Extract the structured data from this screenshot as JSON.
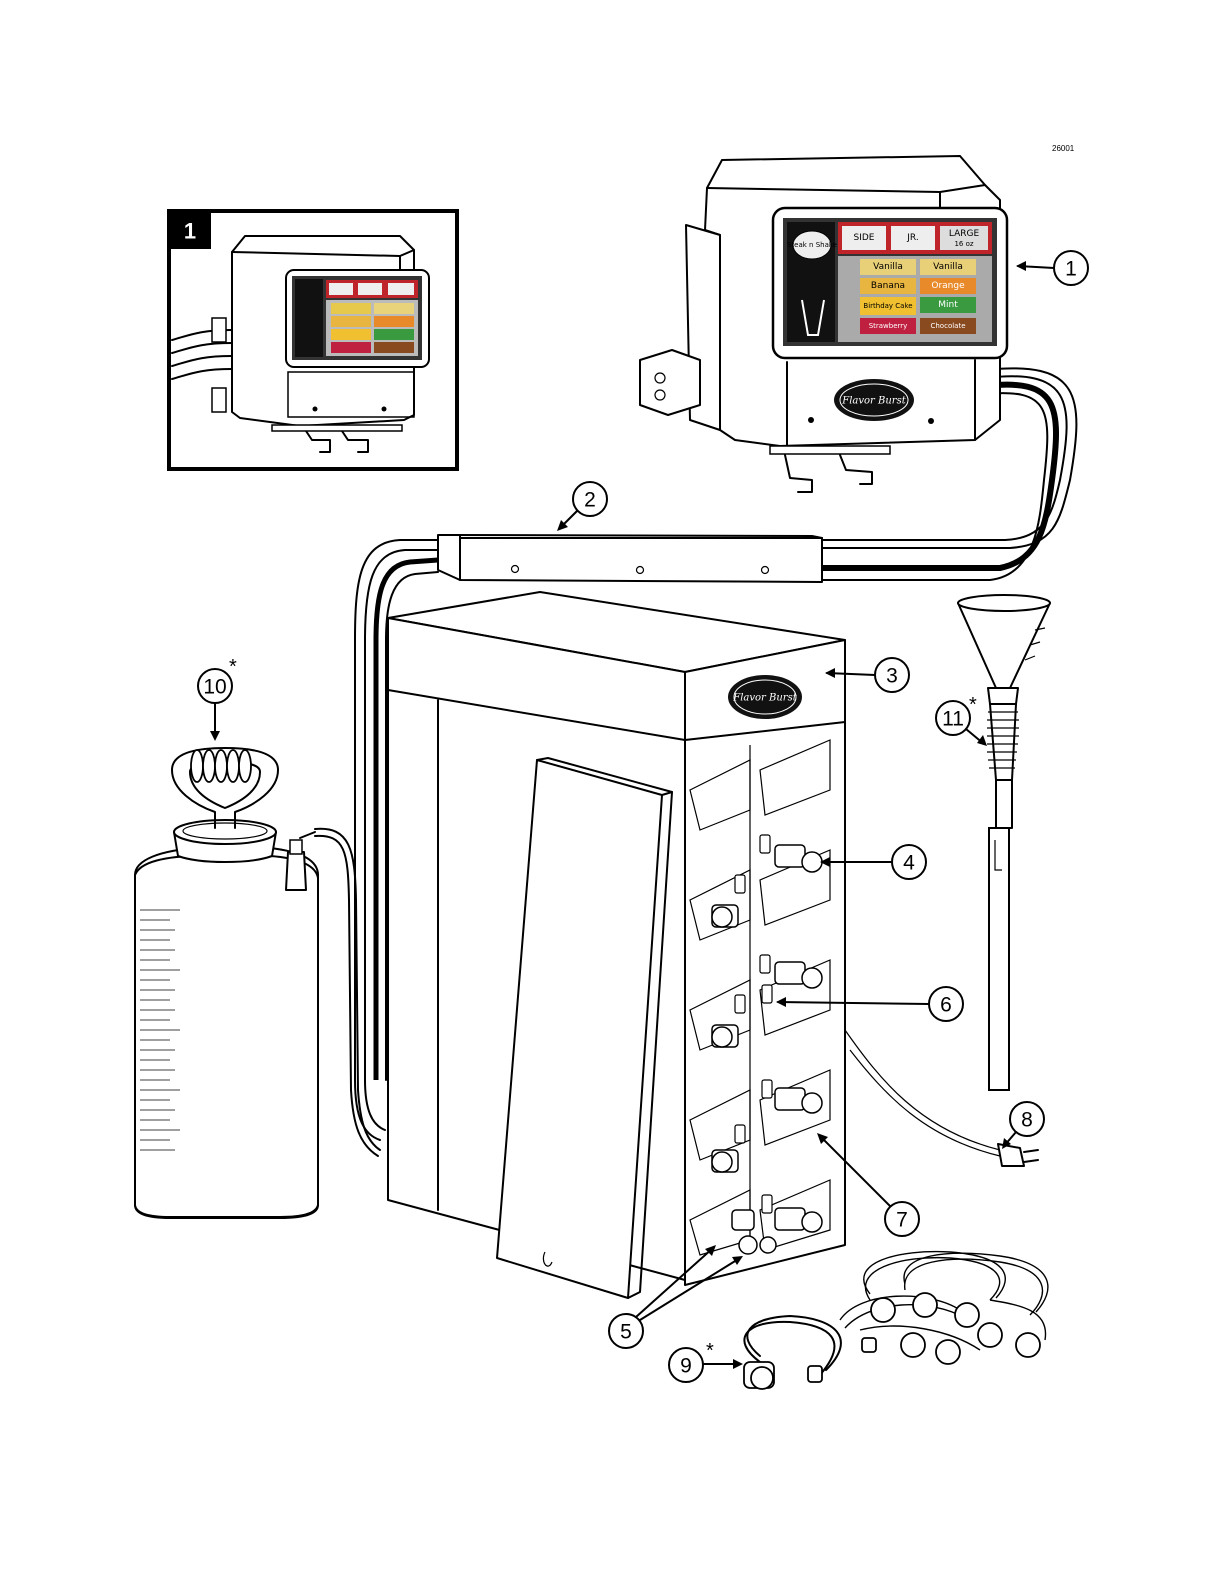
{
  "figure_id": "26001",
  "inset": {
    "badge": "1"
  },
  "screen": {
    "logo_text": "Steak n Shake",
    "sizes": [
      "SIDE",
      "JR.",
      "LARGE"
    ],
    "sizes_sub": [
      "16 oz"
    ],
    "flavors_left": [
      "Vanilla",
      "Banana",
      "Birthday Cake",
      "Strawberry"
    ],
    "flavors_right": [
      "Vanilla",
      "Orange",
      "Mint",
      "Chocolate"
    ]
  },
  "brand_badge": "Flavor Burst",
  "callouts": [
    {
      "number": "1",
      "starred": false
    },
    {
      "number": "2",
      "starred": false
    },
    {
      "number": "3",
      "starred": false
    },
    {
      "number": "4",
      "starred": false
    },
    {
      "number": "5",
      "starred": false
    },
    {
      "number": "6",
      "starred": false
    },
    {
      "number": "7",
      "starred": false
    },
    {
      "number": "8",
      "starred": false
    },
    {
      "number": "9",
      "starred": true
    },
    {
      "number": "10",
      "starred": true
    },
    {
      "number": "11",
      "starred": true
    }
  ],
  "star_symbol": "*"
}
